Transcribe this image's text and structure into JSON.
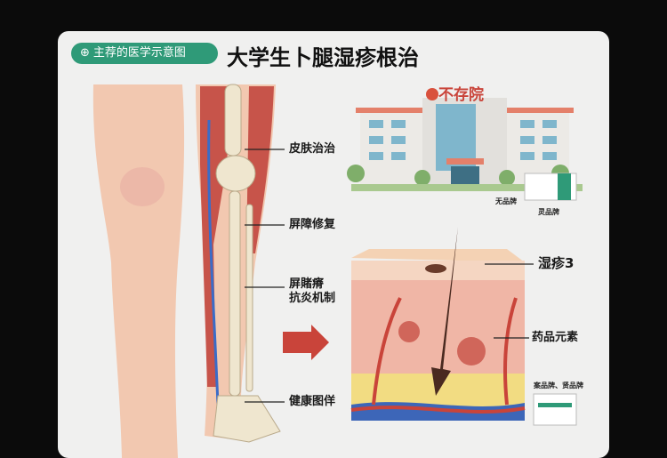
{
  "header": {
    "badge": "主荐的医学示意图",
    "badge_icon": "medical-cross-icon",
    "title": "大学生卜腿湿疹根治"
  },
  "leg_labels": [
    "皮肤治治",
    "屏障修复",
    "屏賭瘠",
    "抗炎机制",
    "健康图佯"
  ],
  "hospital": {
    "sign": "不存院",
    "brand_a": "无品牌",
    "brand_b": "灵品牌"
  },
  "skin_labels": {
    "eczema": "湿疹3",
    "element": "药品元素",
    "brands": "案品牌、贤品牌"
  },
  "colors": {
    "accent": "#2f9a78",
    "arrow": "#c9443a",
    "skin": "#f2c8b0",
    "muscle": "#c7544a"
  }
}
